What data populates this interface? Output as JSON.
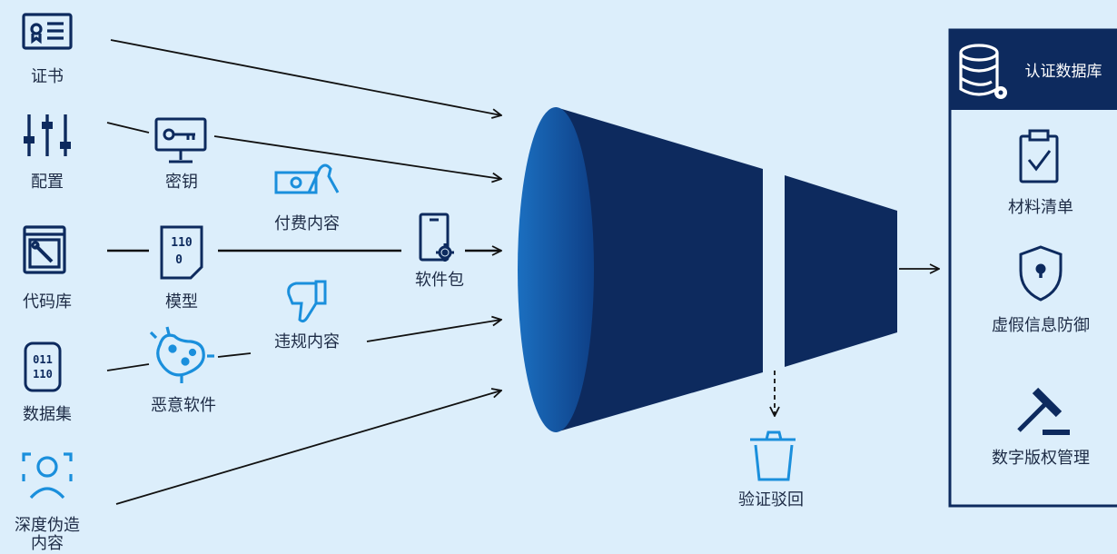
{
  "sources": {
    "certificate": "证书",
    "config": "配置",
    "code_repo": "代码库",
    "dataset": "数据集",
    "deepfake_line1": "深度伪造",
    "deepfake_line2": "内容",
    "key": "密钥",
    "model": "模型",
    "malware": "恶意软件",
    "paid_content": "付费内容",
    "violating_content": "违规内容",
    "software_package": "软件包"
  },
  "rejected": {
    "label": "验证驳回"
  },
  "panel": {
    "title": "认证数据库",
    "items": [
      {
        "label": "材料清单",
        "icon": "clipboard-check-icon"
      },
      {
        "label": "虚假信息防御",
        "icon": "shield-lock-icon"
      },
      {
        "label": "数字版权管理",
        "icon": "gavel-icon"
      }
    ]
  },
  "colors": {
    "background": "#dceefb",
    "dark_navy": "#0d2a5e",
    "funnel_light": "#1659a6",
    "accent_blue": "#1a8fdc",
    "text": "#1d2b45"
  }
}
